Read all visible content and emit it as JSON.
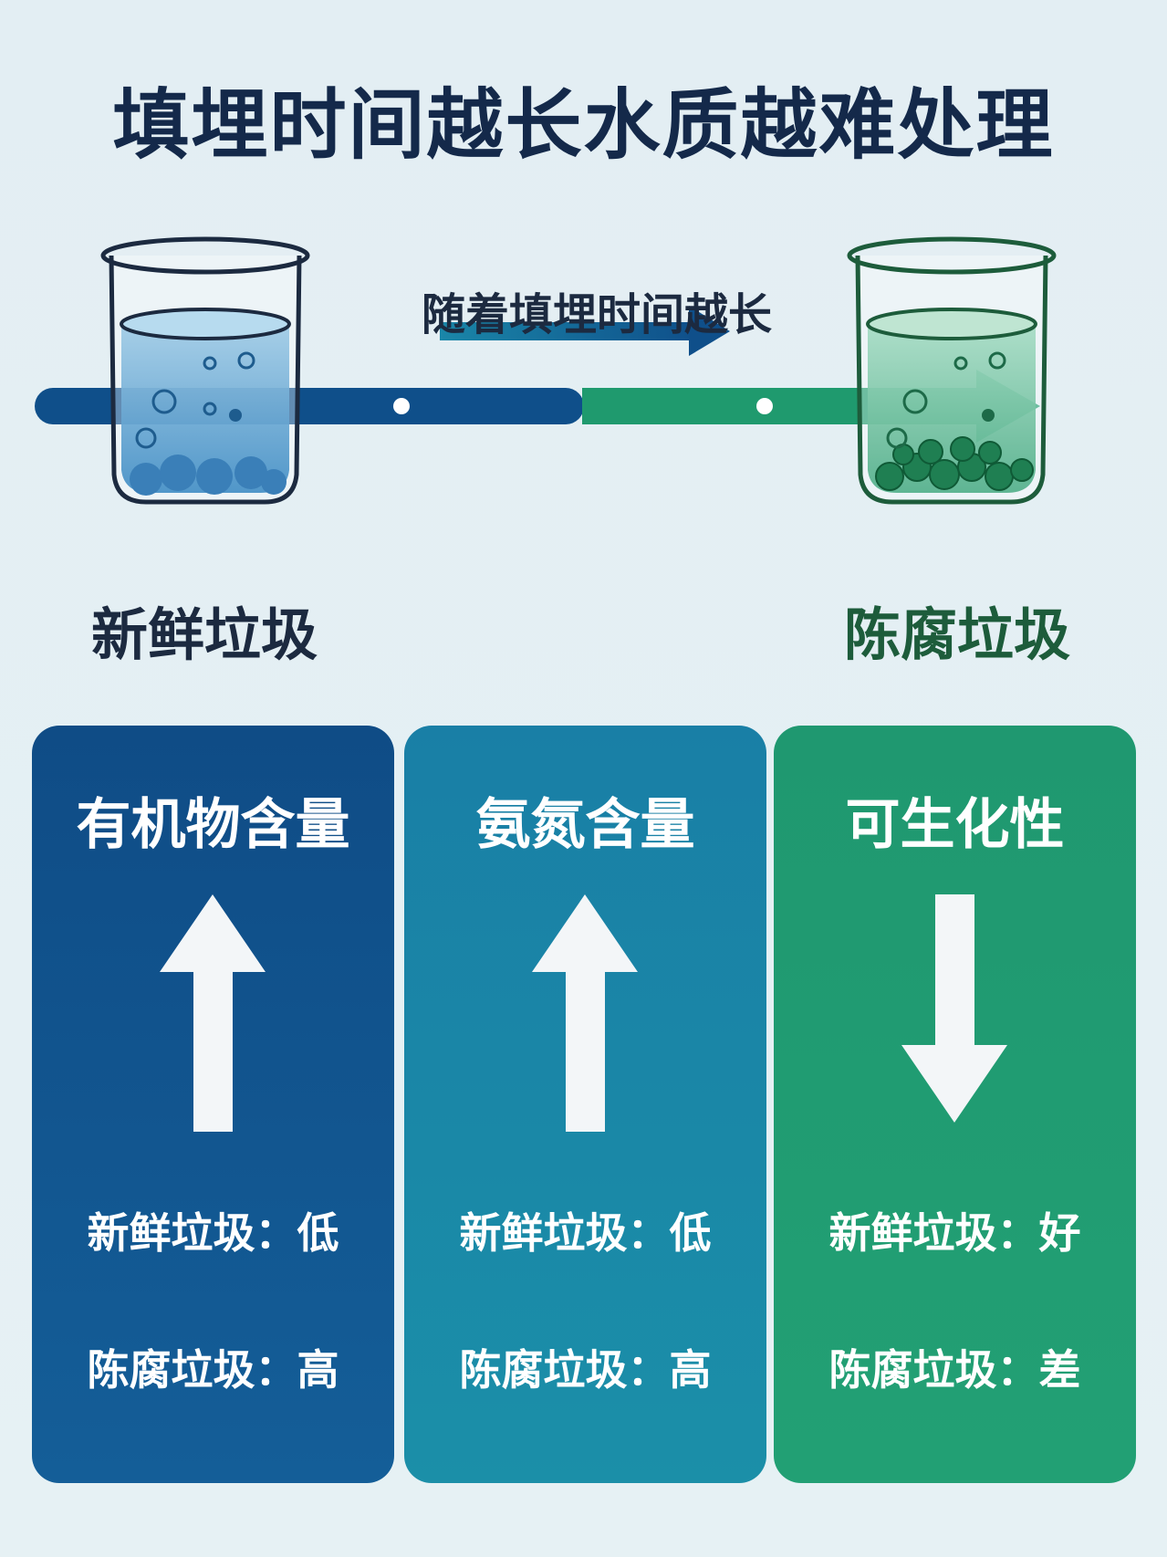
{
  "title": "填埋时间越长水质越难处理",
  "timeline": {
    "caption": "随着填埋时间越长",
    "start_label": "新鲜垃圾",
    "end_label": "陈腐垃圾"
  },
  "colors": {
    "blue": "#0f4f8a",
    "teal": "#1a86a8",
    "green": "#1f9a6e"
  },
  "cards": [
    {
      "title": "有机物含量",
      "direction": "up",
      "fresh": "新鲜垃圾：低",
      "aged": "陈腐垃圾：高"
    },
    {
      "title": "氨氮含量",
      "direction": "up",
      "fresh": "新鲜垃圾：低",
      "aged": "陈腐垃圾：高"
    },
    {
      "title": "可生化性",
      "direction": "down",
      "fresh": "新鲜垃圾：好",
      "aged": "陈腐垃圾：差"
    }
  ]
}
